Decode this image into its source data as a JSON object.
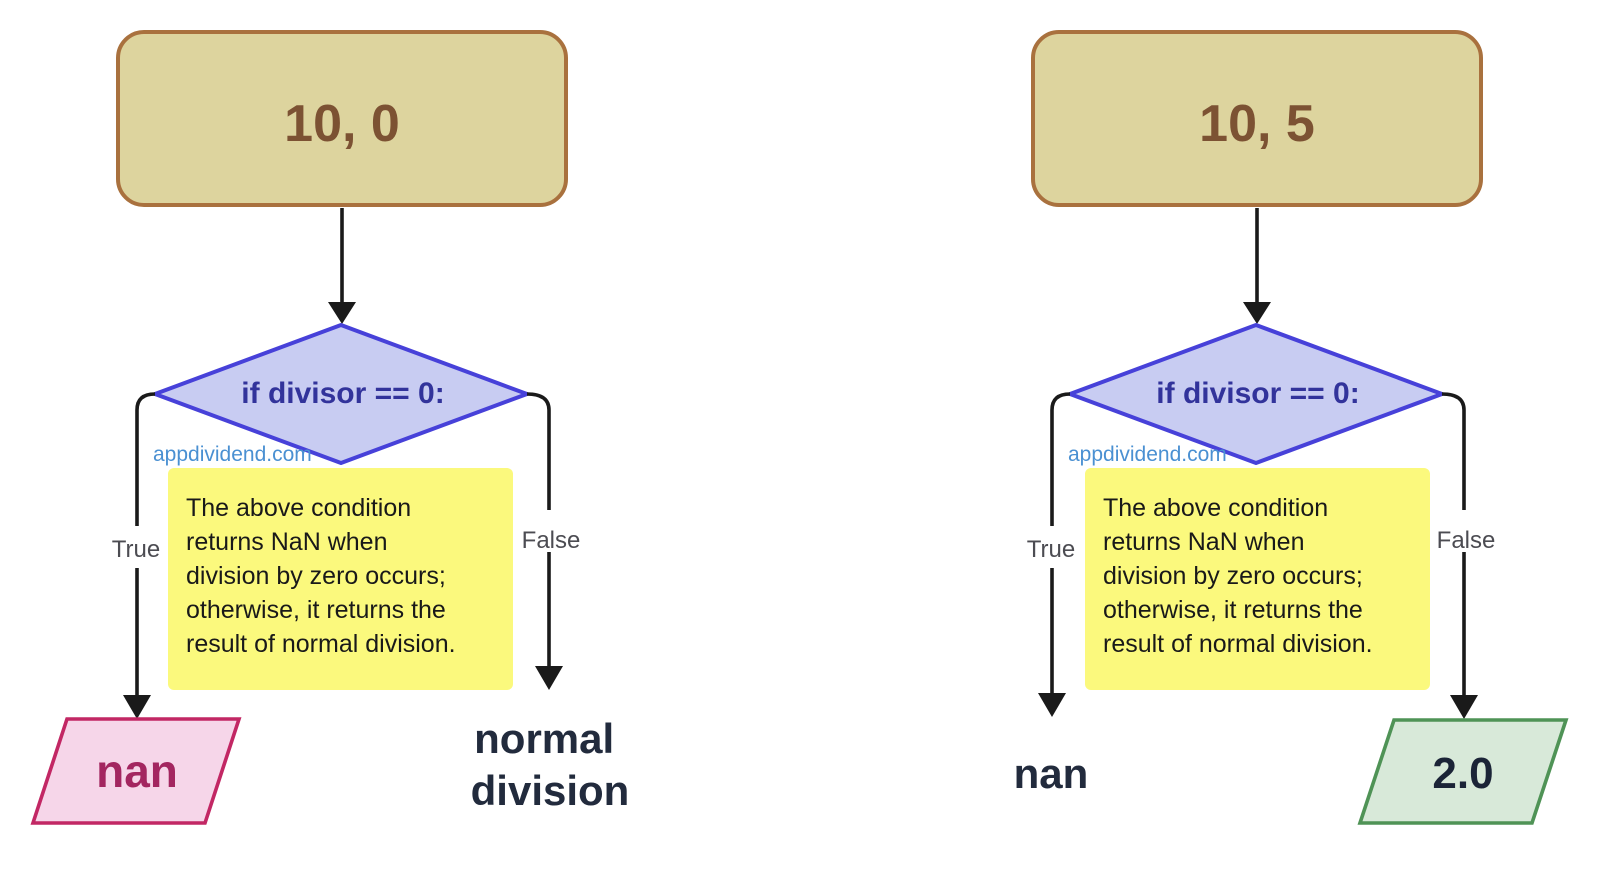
{
  "colors": {
    "background": "#ffffff",
    "start_node_fill": "#ddd49e",
    "start_node_border": "#a9713e",
    "start_node_text": "#7c5233",
    "decision_fill": "#c8ccf2",
    "decision_border": "#4741d9",
    "decision_text": "#32339b",
    "watermark_text": "#4a90d2",
    "note_fill": "#fbf97d",
    "note_text": "#191919",
    "branch_label_text": "#4c4c52",
    "flow_line": "#1a1a1a",
    "nan_node_fill": "#f6d6e9",
    "nan_node_border": "#c22764",
    "nan_node_text": "#a32660",
    "result_node_fill": "#d8e9d9",
    "result_node_border": "#4f9356",
    "result_text": "#222b3d"
  },
  "left": {
    "input_label": "10, 0",
    "condition_label": "if divisor == 0:",
    "watermark": "appdividend.com",
    "note_lines": {
      "0": "The above condition",
      "1": "returns NaN when",
      "2": "division by zero occurs;",
      "3": "otherwise, it returns the",
      "4": "result of normal division."
    },
    "true_branch_label": "True",
    "false_branch_label": "False",
    "true_result": "nan",
    "false_result_line1": "normal",
    "false_result_line2": "division"
  },
  "right": {
    "input_label": "10, 5",
    "condition_label": "if divisor == 0:",
    "watermark": "appdividend.com",
    "note_lines": {
      "0": "The above condition",
      "1": "returns NaN when",
      "2": "division by zero occurs;",
      "3": "otherwise, it returns the",
      "4": "result of normal division."
    },
    "true_branch_label": "True",
    "false_branch_label": "False",
    "true_result": "nan",
    "false_result": "2.0"
  }
}
